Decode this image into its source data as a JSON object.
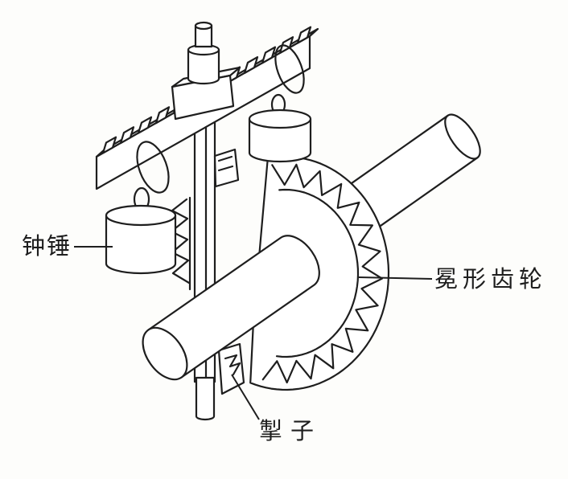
{
  "labels": {
    "weight": "钟锤",
    "crown_gear": "冕形齿轮",
    "pallet": "掣子"
  },
  "colors": {
    "background": "#fdfdfb",
    "ink": "#1e1e1e"
  }
}
